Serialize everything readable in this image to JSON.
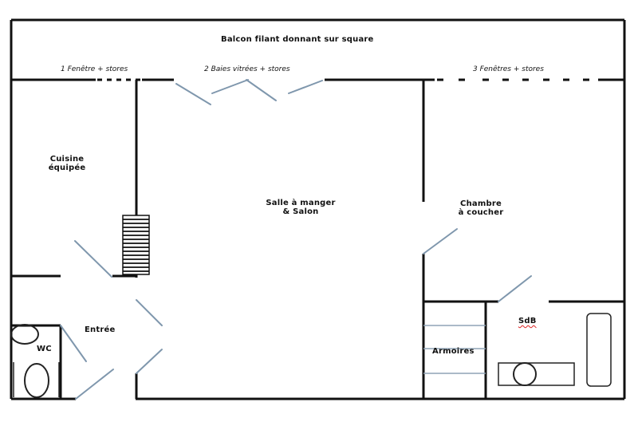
{
  "labels": {
    "balcony": "Balcon filant donnant sur square",
    "window_1": "1 Fenêtre + stores",
    "window_2": "2 Baies vitrées + stores",
    "window_3": "3 Fenêtres + stores",
    "kitchen_line1": "Cuisine",
    "kitchen_line2": "équipée",
    "living_line1": "Salle à manger",
    "living_line2": "& Salon",
    "bedroom_line1": "Chambre",
    "bedroom_line2": "à coucher",
    "entrance": "Entrée",
    "wc": "WC",
    "wardrobes": "Armoires",
    "bathroom": "SdB"
  },
  "colors": {
    "wall": "#111111",
    "door": "#7f97ad",
    "fixture": "#222222"
  }
}
